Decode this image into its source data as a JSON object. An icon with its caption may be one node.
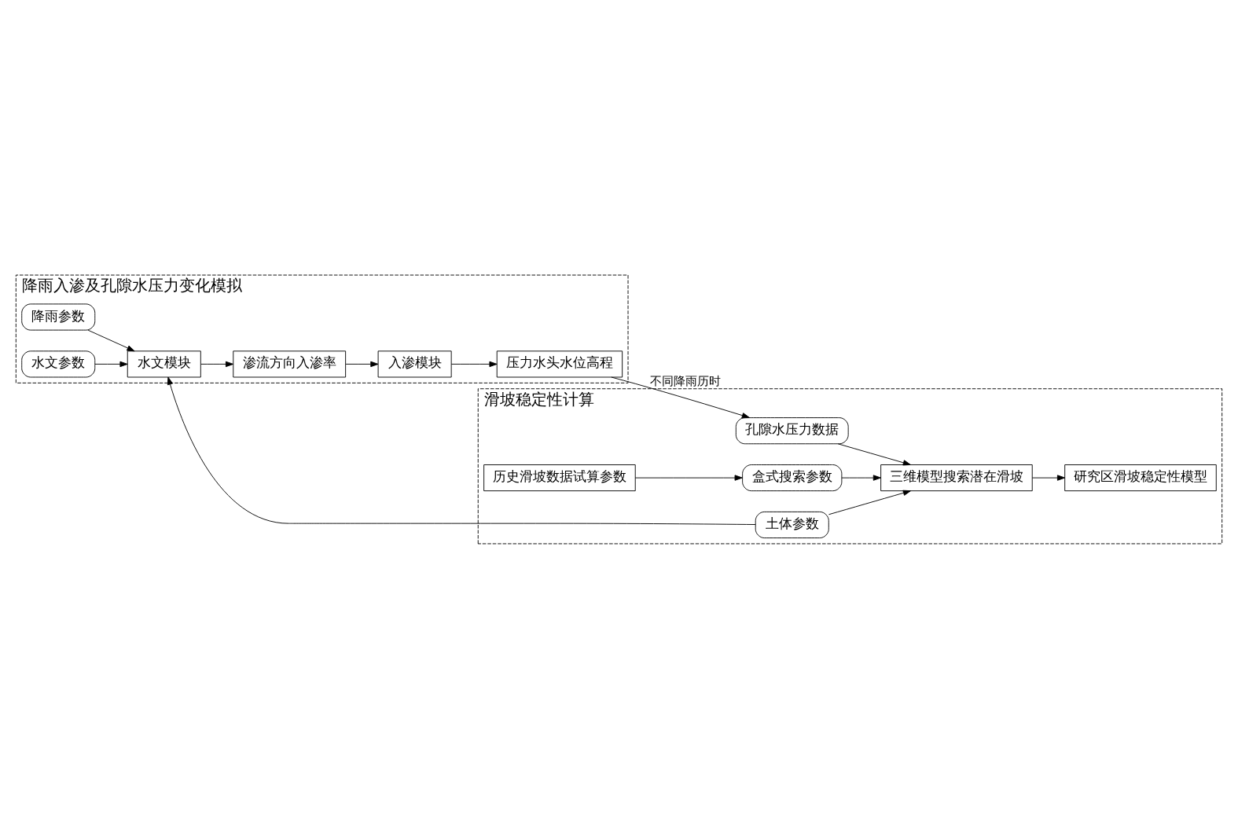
{
  "diagram": {
    "nodes": [
      {
        "text": [
          "降雨入渗及孔隙水压力变化模拟"
        ]
      },
      {
        "text": [
          "降雨参数"
        ],
        "in": 0
      },
      {
        "text": [
          "水文参数"
        ],
        "in": 0
      },
      {
        "text": [
          "渗流方向入渗率"
        ],
        "in": 0
      },
      {
        "text": [
          "水文模块"
        ],
        "in": 0
      },
      {
        "text": [
          "入渗模块"
        ],
        "in": 0
      },
      {
        "text": [
          "压力水头水位高程"
        ],
        "in": 0
      },
      {
        "text": [
          "滑坡稳定性计算"
        ]
      },
      {
        "text": [
          "土体参数"
        ],
        "in": 7
      },
      {
        "text": [
          "孔隙水压力数据"
        ],
        "in": 7
      },
      {
        "text": [
          "盒式搜索参数"
        ],
        "in": 7
      },
      {
        "text": [
          "历史滑坡数据试算参数"
        ],
        "in": 7
      },
      {
        "text": [
          "三维模型搜索潜在滑坡"
        ],
        "in": 7
      },
      {
        "text": [
          "研究区滑坡稳定性模型"
        ],
        "in": 7
      }
    ],
    "edges": [
      {
        "from": 1,
        "to": 4,
        "arrow": "to"
      },
      {
        "from": 2,
        "to": 4,
        "arrow": "to"
      },
      {
        "from": 8,
        "to": 4,
        "arrow": "to"
      },
      {
        "from": 4,
        "to": 3,
        "arrow": "to"
      },
      {
        "from": 3,
        "to": 5,
        "arrow": "to"
      },
      {
        "from": 5,
        "to": 6,
        "arrow": "to"
      },
      {
        "from": 6,
        "to": 9,
        "arrow": "to",
        "label": "不同降雨历时"
      },
      {
        "from": 8,
        "to": 12,
        "arrow": "to"
      },
      {
        "from": 9,
        "to": 12,
        "arrow": "to"
      },
      {
        "from": 10,
        "to": 12,
        "arrow": "to"
      },
      {
        "from": 11,
        "to": 10,
        "arrow": "to"
      },
      {
        "from": 12,
        "to": 13,
        "arrow": "to"
      }
    ]
  }
}
